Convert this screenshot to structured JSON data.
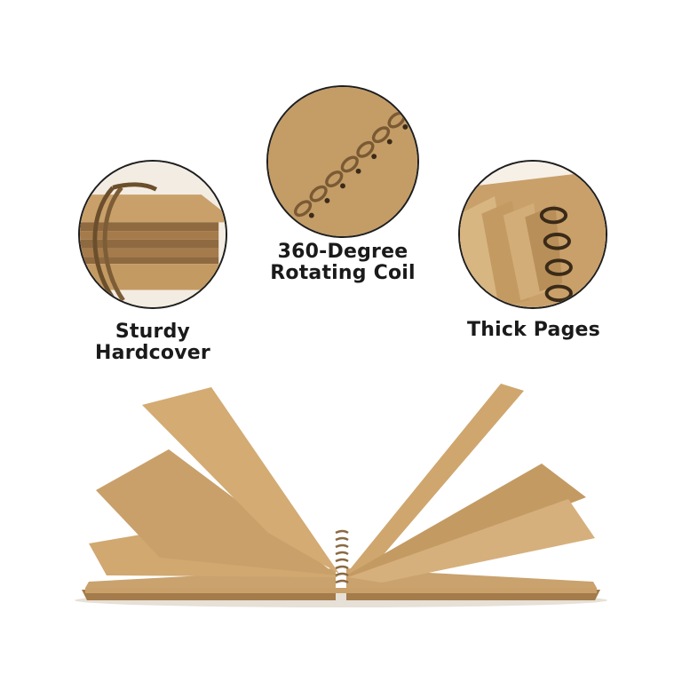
{
  "features": [
    {
      "id": "hardcover",
      "lines": [
        "Sturdy",
        "Hardcover"
      ],
      "icon": "hardcover-closeup"
    },
    {
      "id": "coil",
      "lines": [
        "360-Degree",
        "Rotating Coil"
      ],
      "icon": "spiral-coil-closeup"
    },
    {
      "id": "pages",
      "lines": [
        "Thick Pages"
      ],
      "icon": "thick-pages-closeup"
    }
  ],
  "colors": {
    "kraft": "#c49a63",
    "kraft_light": "#d6b07c",
    "kraft_dark": "#9a7446",
    "coil": "#8a6a42",
    "outline": "#1e1e1e",
    "text": "#1a1a1a"
  }
}
